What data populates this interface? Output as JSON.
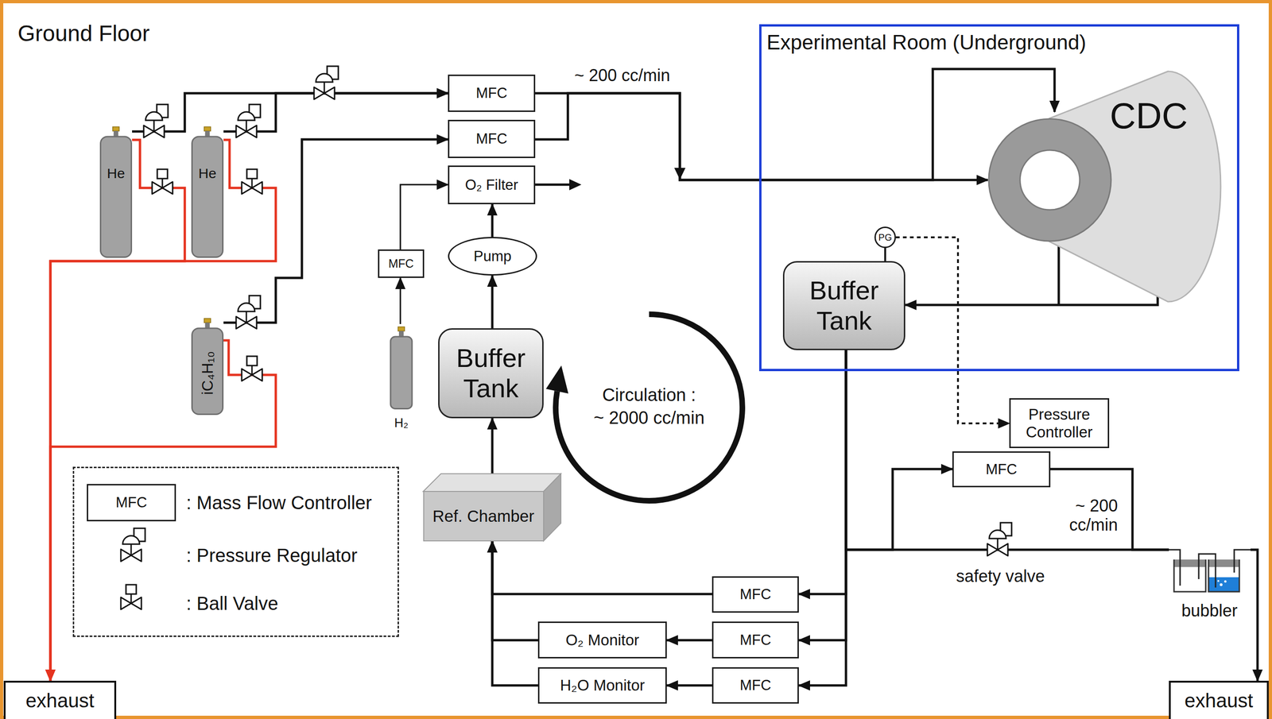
{
  "diagram": {
    "nodes": [
      {
        "text": [
          "Ground Floor"
        ]
      },
      {
        "text": [
          "Experimental Room (Underground)"
        ],
        "in": 0
      },
      {
        "text": [
          "CDC"
        ],
        "in": 1
      },
      {
        "text": [
          "Buffer Tank"
        ],
        "in": 1
      },
      {
        "text": [
          "PG"
        ],
        "in": 1
      },
      {
        "text": [
          "He"
        ],
        "in": 0
      },
      {
        "text": [
          "He"
        ],
        "in": 0
      },
      {
        "text": [
          "iC₄H₁₀"
        ],
        "in": 0
      },
      {
        "text": [
          "MFC"
        ],
        "in": 0
      },
      {
        "text": [
          "MFC"
        ],
        "in": 0
      },
      {
        "text": [
          "O₂ Filter"
        ],
        "in": 0
      },
      {
        "text": [
          "MFC"
        ],
        "in": 0
      },
      {
        "text": [
          "H₂"
        ],
        "in": 0
      },
      {
        "text": [
          "Pump"
        ],
        "in": 0
      },
      {
        "text": [
          "Buffer Tank"
        ],
        "in": 0
      },
      {
        "text": [
          "Ref. Chamber"
        ],
        "in": 0
      },
      {
        "text": [
          "Pressure Controller"
        ],
        "in": 0
      },
      {
        "text": [
          "MFC"
        ],
        "in": 0
      },
      {
        "text": [
          "MFC"
        ],
        "in": 0
      },
      {
        "text": [
          "O₂ Monitor"
        ],
        "in": 0
      },
      {
        "text": [
          "MFC"
        ],
        "in": 0
      },
      {
        "text": [
          "H₂O Monitor"
        ],
        "in": 0
      },
      {
        "text": [
          "MFC"
        ],
        "in": 0
      },
      {
        "text": [
          "bubbler"
        ],
        "in": 0
      },
      {
        "text": [
          "exhaust"
        ],
        "in": 0
      },
      {
        "text": [
          "exhaust"
        ],
        "in": 0
      }
    ],
    "edges": [
      {
        "from": 5,
        "to": 8,
        "arrow": "to"
      },
      {
        "from": 6,
        "to": 8,
        "arrow": "to"
      },
      {
        "from": 7,
        "to": 9,
        "arrow": "to"
      },
      {
        "from": 5,
        "to": 24,
        "arrow": "to"
      },
      {
        "from": 6,
        "to": 24,
        "arrow": "to"
      },
      {
        "from": 7,
        "to": 24,
        "arrow": "to"
      },
      {
        "from": 8,
        "to": 2,
        "arrow": "to"
      },
      {
        "from": 9,
        "to": 2,
        "arrow": "to"
      },
      {
        "from": 12,
        "to": 11,
        "arrow": "to"
      },
      {
        "from": 11,
        "to": 10,
        "arrow": "to"
      },
      {
        "from": 15,
        "to": 14,
        "arrow": "to"
      },
      {
        "from": 14,
        "to": 13,
        "arrow": "to"
      },
      {
        "from": 13,
        "to": 10,
        "arrow": "to"
      },
      {
        "from": 2,
        "to": 3,
        "arrow": "to"
      },
      {
        "from": 4,
        "to": 16,
        "arrow": "to"
      },
      {
        "from": 3,
        "to": 17,
        "arrow": "to"
      },
      {
        "from": 3,
        "to": 23,
        "arrow": "none"
      },
      {
        "from": 17,
        "to": 23,
        "arrow": "none"
      },
      {
        "from": 3,
        "to": 18,
        "arrow": "to"
      },
      {
        "from": 3,
        "to": 20,
        "arrow": "to"
      },
      {
        "from": 3,
        "to": 22,
        "arrow": "to"
      },
      {
        "from": 18,
        "to": 15,
        "arrow": "to"
      },
      {
        "from": 20,
        "to": 19,
        "arrow": "to"
      },
      {
        "from": 22,
        "to": 21,
        "arrow": "to"
      },
      {
        "from": 19,
        "to": 15,
        "arrow": "to"
      },
      {
        "from": 21,
        "to": 15,
        "arrow": "to"
      },
      {
        "from": 23,
        "to": 25,
        "arrow": "to"
      }
    ],
    "labels": [
      "MFC",
      "~ 200 cc/min",
      "Circulation :",
      "~ 2000 cc/min",
      "~ 200 cc/min",
      "safety valve"
    ],
    "legend": [
      {
        "text": ": Mass Flow Controller"
      },
      {
        "text": ": Pressure Regulator"
      },
      {
        "text": ": Ball Valve"
      }
    ]
  }
}
